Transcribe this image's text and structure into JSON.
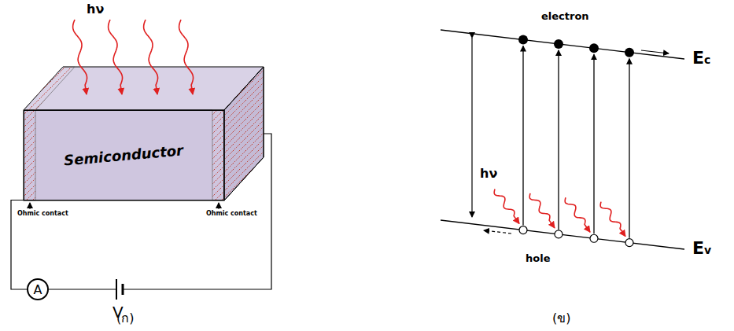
{
  "diagram": {
    "nodes": [
      {
        "text": [
          "Semiconductor"
        ]
      },
      {
        "text": [
          "A"
        ]
      }
    ],
    "edges": [
      {
        "from": 0,
        "to": 1,
        "arrow": "none"
      }
    ],
    "labels": [
      "hν",
      "Ohmic contact",
      "Ohmic contact",
      "V",
      "(ก)",
      "electron",
      "hν",
      "hole",
      "Ec",
      "Ev",
      "(ข)"
    ]
  }
}
